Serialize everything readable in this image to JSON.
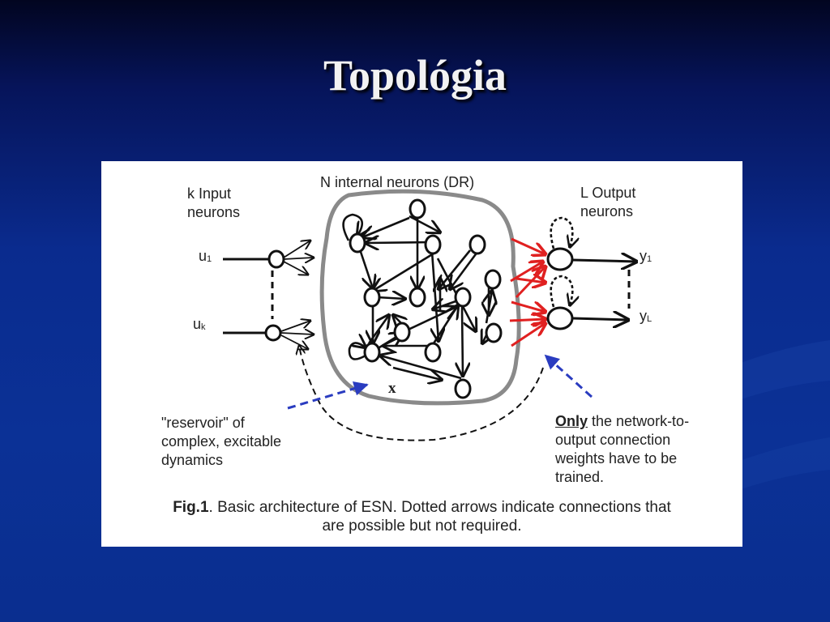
{
  "slide": {
    "title": "Topológia"
  },
  "figure": {
    "label_input": [
      "k Input",
      "neurons"
    ],
    "label_internal": "N internal neurons (DR)",
    "label_output": [
      "L Output",
      "neurons"
    ],
    "u1": {
      "base": "u",
      "sub": "1"
    },
    "uk": {
      "base": "u",
      "sub": "k"
    },
    "y1": {
      "base": "y",
      "sub": "1"
    },
    "yL": {
      "base": "y",
      "sub": "L"
    },
    "state_label": "x",
    "reservoir_note": [
      "\"reservoir\" of",
      "complex, excitable",
      "dynamics"
    ],
    "only_word": "Only",
    "output_note_first": " the network-to-",
    "output_note_rest": [
      "output connection",
      "weights have to be",
      "trained."
    ],
    "caption_bold": "Fig.1",
    "caption_text": ". Basic architecture of ESN. Dotted arrows indicate connections that",
    "caption_line2": "are possible but not required."
  },
  "colors": {
    "background": "#0a2b8e",
    "trainable_arrows": "#e02020",
    "pointer_arrows": "#2a3cc0",
    "reservoir_border": "#8a8a8a"
  }
}
